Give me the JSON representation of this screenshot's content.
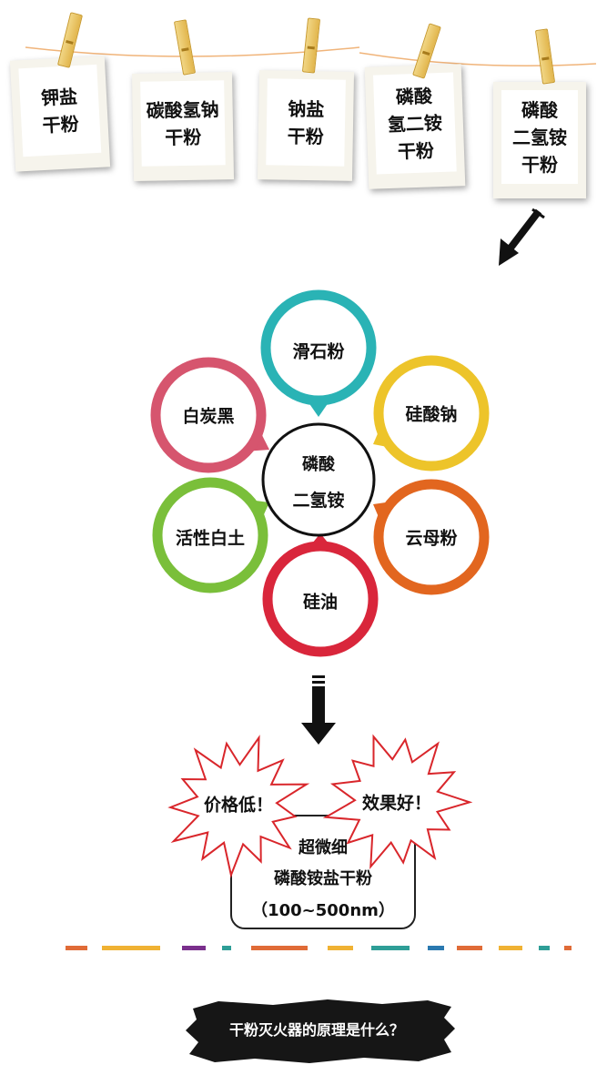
{
  "cards": [
    {
      "lines": [
        "钾盐",
        "干粉"
      ]
    },
    {
      "lines": [
        "碳酸氢钠",
        "干粉"
      ]
    },
    {
      "lines": [
        "钠盐",
        "干粉"
      ]
    },
    {
      "lines": [
        "磷酸",
        "氢二铵",
        "干粉"
      ]
    },
    {
      "lines": [
        "磷酸",
        "二氢铵",
        "干粉"
      ]
    }
  ],
  "center": {
    "line1": "磷酸",
    "line2": "二氢铵"
  },
  "petals": [
    {
      "label": "滑石粉",
      "color": "#2ab3b5"
    },
    {
      "label": "硅酸钠",
      "color": "#edc42a"
    },
    {
      "label": "云母粉",
      "color": "#e2661f"
    },
    {
      "label": "硅油",
      "color": "#d9263b"
    },
    {
      "label": "活性白土",
      "color": "#7abf3a"
    },
    {
      "label": "白炭黑",
      "color": "#d6556e"
    }
  ],
  "bursts": {
    "left": "价格低！",
    "right": "效果好！"
  },
  "result": {
    "line1": "超微细",
    "line2": "磷酸铵盐干粉",
    "line3": "（100~500nm）"
  },
  "divider_colors": [
    "#e06b37",
    "#f0b233",
    "#7a2f8c",
    "#2e9e97",
    "#e06b37",
    "#f0b233",
    "#2e9e97",
    "#2a79b0",
    "#e06b37",
    "#f0b233",
    "#2e9e97"
  ],
  "banner": {
    "text": "干粉灭火器的原理是什么？"
  }
}
